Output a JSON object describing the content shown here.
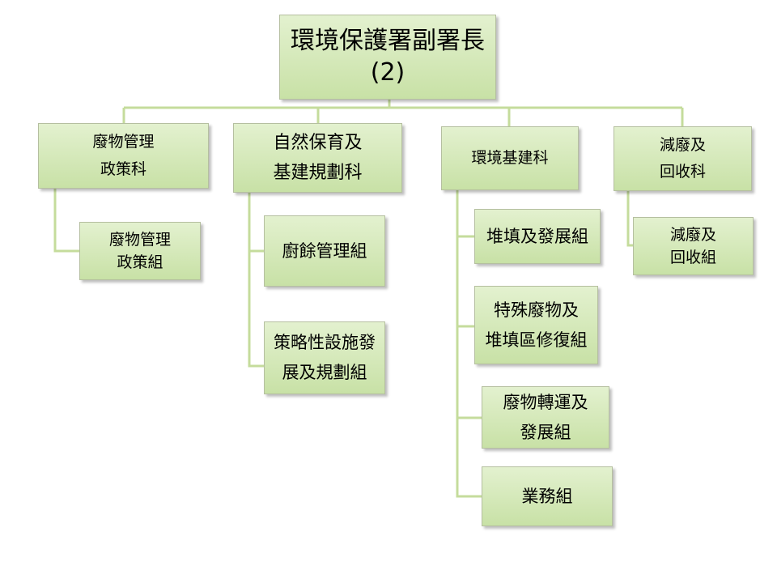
{
  "root": {
    "label": "環境保護署副署長\n(2)"
  },
  "departments": [
    {
      "label": "廢物管理\n政策科",
      "units": [
        {
          "label": "廢物管理\n政策組"
        }
      ]
    },
    {
      "label": "自然保育及\n基建規劃科",
      "units": [
        {
          "label": "廚餘管理組"
        },
        {
          "label": "策略性設施發\n展及規劃組"
        }
      ]
    },
    {
      "label": "環境基建科",
      "units": [
        {
          "label": "堆填及發展組"
        },
        {
          "label": "特殊廢物及\n堆填區修復組"
        },
        {
          "label": "廢物轉運及\n發展組"
        },
        {
          "label": "業務組"
        }
      ]
    },
    {
      "label": "減廢及\n回收科",
      "units": [
        {
          "label": "減廢及\n回收組"
        }
      ]
    }
  ],
  "colors": {
    "connector": "#c5dc9c",
    "box_top": "#e3f1cf",
    "box_bottom": "#c8e1a6",
    "border": "#b5bfa0"
  }
}
